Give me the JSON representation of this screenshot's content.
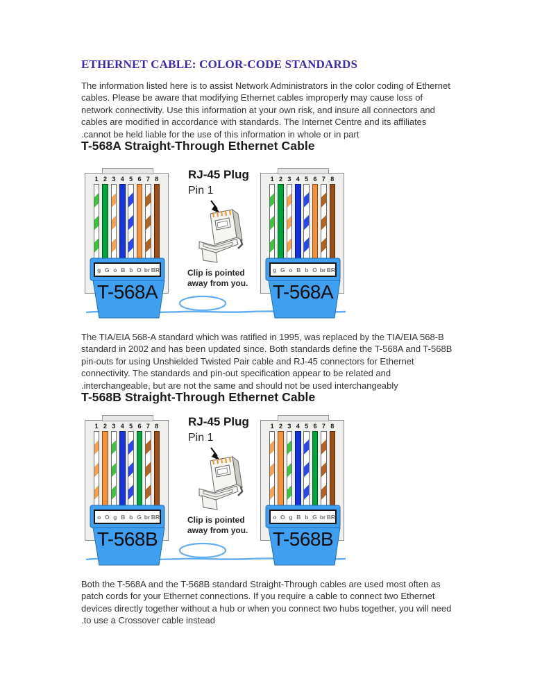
{
  "page_title": "ETHERNET CABLE: COLOR-CODE STANDARDS",
  "paragraphs": {
    "intro": [
      "The information listed here is to assist Network Administrators in the color coding of Ethernet",
      "cables. Please be aware that modifying Ethernet cables improperly may cause loss of",
      "network connectivity. Use this information at your own risk, and insure all connectors and",
      "cables are modified in accordance with standards. The Internet Centre and its affiliates",
      ".cannot be held liable for the use of this information in whole or in part"
    ],
    "standards": [
      "The TIA/EIA 568-A standard which was ratified in 1995, was replaced by the TIA/EIA 568-B",
      "standard in 2002 and has been updated since. Both standards define the T-568A and T-568B",
      "pin-outs for using Unshielded Twisted Pair cable and RJ-45 connectors for Ethernet",
      "connectivity. The standards and pin-out specification appear to be related and",
      ".interchangeable, but are not the same and should not be used interchangeably"
    ],
    "usage": [
      "Both the T-568A and the T-568B standard Straight-Through cables are used most often as",
      "patch cords for your Ethernet connections. If you require a cable to connect two Ethernet",
      "devices directly together without a hub or when you connect two hubs together, you will need",
      ".to use a Crossover cable instead"
    ]
  },
  "colors": {
    "title_text": "#3a2aae",
    "wire_green": "#00a33c",
    "wire_blue": "#1433dd",
    "wire_orange": "#f4913a",
    "wire_brown": "#9d4e17",
    "stripe_green": "#3cc53c",
    "stripe_blue": "#2847f0",
    "stripe_orange": "#f6a24e",
    "stripe_brown": "#b2641f",
    "boot_blue": "#3f9ff0",
    "boot_edge": "#1e6db8",
    "cable_blue": "#63aef2"
  },
  "sections": [
    {
      "heading": "T-568A Straight-Through Ethernet Cable",
      "standard_label": "T-568A",
      "pin_numbers": [
        "1",
        "2",
        "3",
        "4",
        "5",
        "6",
        "7",
        "8"
      ],
      "pin_codes": [
        "g",
        "G",
        "o",
        "B",
        "b",
        "O",
        "br",
        "BR"
      ],
      "wires": [
        {
          "style": "striped",
          "color": "green"
        },
        {
          "style": "solid",
          "color": "green"
        },
        {
          "style": "striped",
          "color": "orange"
        },
        {
          "style": "solid",
          "color": "blue"
        },
        {
          "style": "striped",
          "color": "blue"
        },
        {
          "style": "solid",
          "color": "orange"
        },
        {
          "style": "striped",
          "color": "brown"
        },
        {
          "style": "solid",
          "color": "brown"
        }
      ],
      "plug": {
        "title": "RJ-45 Plug",
        "pin_label": "Pin 1",
        "caption": [
          "Clip is pointed",
          "away from you."
        ]
      }
    },
    {
      "heading": "T-568B Straight-Through Ethernet Cable",
      "standard_label": "T-568B",
      "pin_numbers": [
        "1",
        "2",
        "3",
        "4",
        "5",
        "6",
        "7",
        "8"
      ],
      "pin_codes": [
        "o",
        "O",
        "g",
        "B",
        "b",
        "G",
        "br",
        "BR"
      ],
      "wires": [
        {
          "style": "striped",
          "color": "orange"
        },
        {
          "style": "solid",
          "color": "orange"
        },
        {
          "style": "striped",
          "color": "green"
        },
        {
          "style": "solid",
          "color": "blue"
        },
        {
          "style": "striped",
          "color": "blue"
        },
        {
          "style": "solid",
          "color": "green"
        },
        {
          "style": "striped",
          "color": "brown"
        },
        {
          "style": "solid",
          "color": "brown"
        }
      ],
      "plug": {
        "title": "RJ-45 Plug",
        "pin_label": "Pin 1",
        "caption": [
          "Clip is pointed",
          "away from you."
        ]
      }
    }
  ]
}
